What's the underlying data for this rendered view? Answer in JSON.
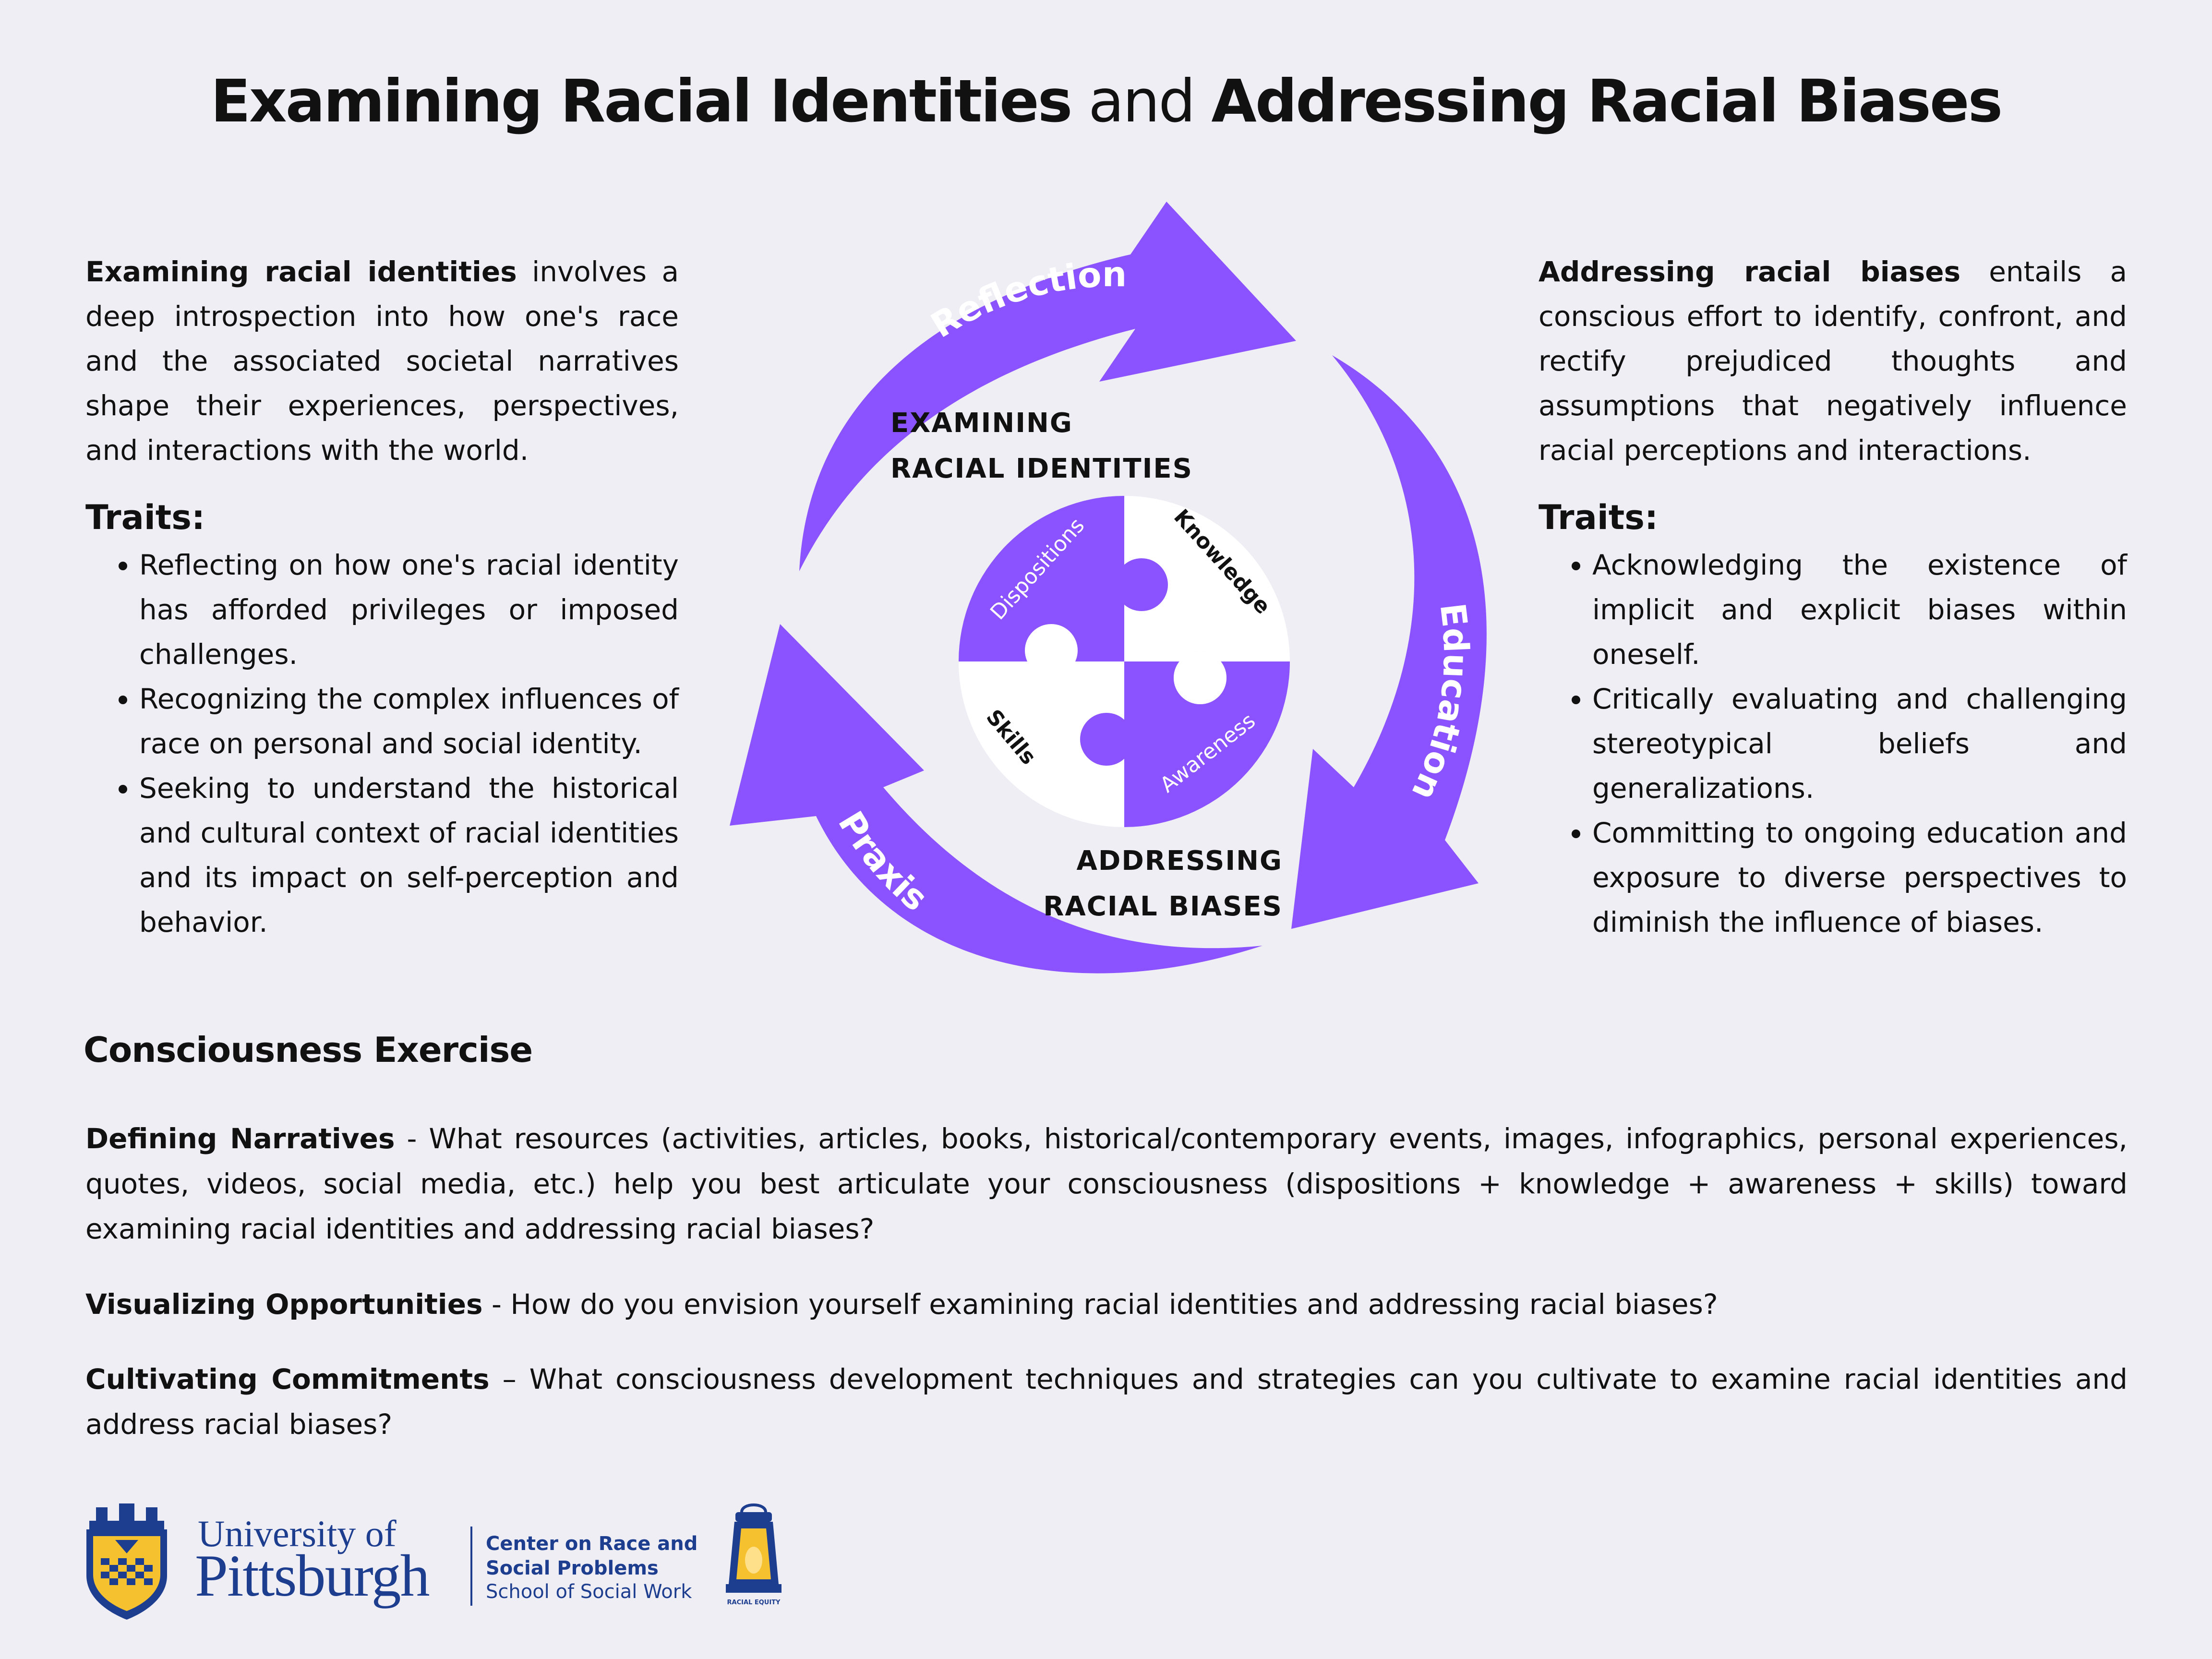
{
  "title": {
    "part1": "Examining Racial Identities",
    "part2": "and",
    "part3": "Addressing Racial Biases"
  },
  "left": {
    "lead_bold": "Examining racial identities",
    "lead_rest": " involves a deep introspection into how one's race and the associated societal narratives shape their experiences, perspectives, and interactions with the world.",
    "traits_heading": "Traits:",
    "traits": [
      "Reflecting on how one's racial identity has afforded privileges or imposed challenges.",
      "Recognizing the complex influences of race on personal and social identity.",
      "Seeking to understand the historical and cultural context of racial identities and its impact on self-perception and behavior."
    ]
  },
  "right": {
    "lead_bold": "Addressing racial biases",
    "lead_rest": " entails a conscious effort to identify, confront, and rectify prejudiced thoughts and assumptions that negatively influence racial perceptions and interactions.",
    "traits_heading": "Traits:",
    "traits": [
      "Acknowledging the existence of implicit and explicit biases within oneself.",
      "Critically evaluating and challenging stereotypical beliefs and generalizations.",
      "Committing to ongoing education and exposure to diverse perspectives to diminish the influence of biases."
    ]
  },
  "diagram": {
    "cycle": [
      "Reflection",
      "Education",
      "Praxis"
    ],
    "label_top_line1": "EXAMINING",
    "label_top_line2": "RACIAL IDENTITIES",
    "label_bottom_line1": "ADDRESSING",
    "label_bottom_line2": "RACIAL BIASES",
    "puzzle": [
      "Dispositions",
      "Knowledge",
      "Skills",
      "Awareness"
    ],
    "colors": {
      "accent": "#8b52ff",
      "white": "#ffffff"
    }
  },
  "exercise": {
    "heading": "Consciousness Exercise",
    "items": [
      {
        "bold": "Defining Narratives",
        "text": " - What resources (activities, articles, books, historical/contemporary events, images, infographics, personal experiences, quotes, videos, social media, etc.) help you best articulate your consciousness (dispositions + knowledge + awareness + skills) toward examining racial identities and addressing racial biases?"
      },
      {
        "bold": "Visualizing Opportunities",
        "text": " - How do you envision yourself examining racial identities and addressing racial biases?"
      },
      {
        "bold": "Cultivating Commitments",
        "text": " – What consciousness development techniques and strategies can you cultivate to examine racial identities and address racial biases?"
      }
    ]
  },
  "footer": {
    "university_line1": "University of",
    "university_line2": "Pittsburgh",
    "center_line1": "Center on Race and",
    "center_line2": "Social Problems",
    "center_line3": "School of Social Work",
    "lantern_caption": "RACIAL EQUITY"
  }
}
